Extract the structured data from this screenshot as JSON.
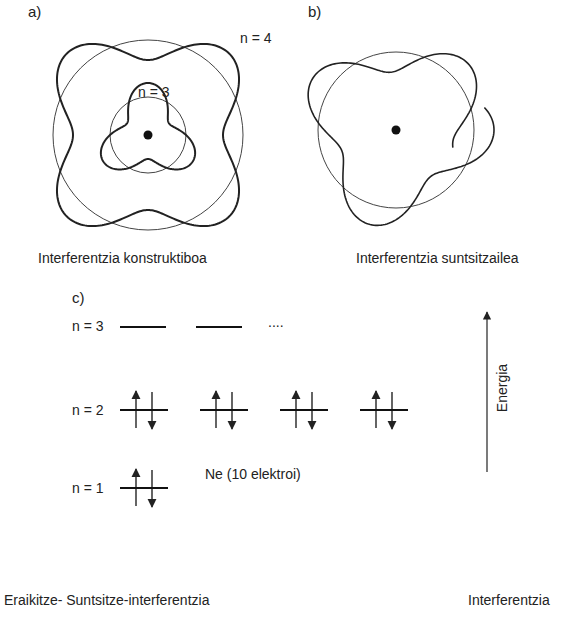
{
  "diagram": {
    "labels": [
      "a)",
      "n = 4",
      "n = 3",
      "b)",
      "Interferentzia konstruktiboa",
      "Interferentzia suntsitzailea",
      "c)",
      "n = 3",
      "....",
      "n = 2",
      "n = 1",
      "Ne (10 elektroi)",
      "Energia",
      "Eraikitze- Suntsitze-interferentzia",
      "Interferentzia"
    ]
  }
}
